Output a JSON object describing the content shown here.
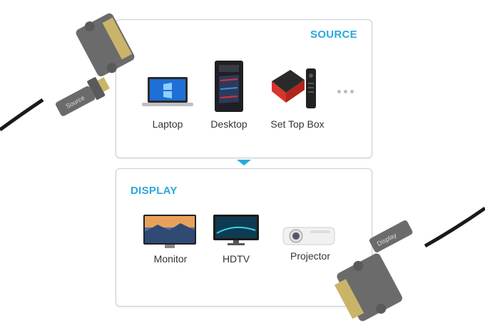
{
  "source": {
    "title": "SOURCE",
    "devices": [
      {
        "label": "Laptop",
        "icon": "laptop-icon"
      },
      {
        "label": "Desktop",
        "icon": "desktop-tower-icon"
      },
      {
        "label": "Set Top Box",
        "icon": "set-top-box-icon"
      }
    ],
    "more_icon": "ellipsis-icon"
  },
  "display": {
    "title": "DISPLAY",
    "devices": [
      {
        "label": "Monitor",
        "icon": "monitor-icon"
      },
      {
        "label": "HDTV",
        "icon": "hdtv-icon"
      },
      {
        "label": "Projector",
        "icon": "projector-icon"
      }
    ]
  },
  "connectors": {
    "source_end_text": "Source",
    "display_end_text": "Display"
  },
  "colors": {
    "accent": "#2aa7dc",
    "connector_body": "#6b6b6b",
    "gold_pins": "#c9b46a",
    "cable": "#1a1a1a"
  }
}
